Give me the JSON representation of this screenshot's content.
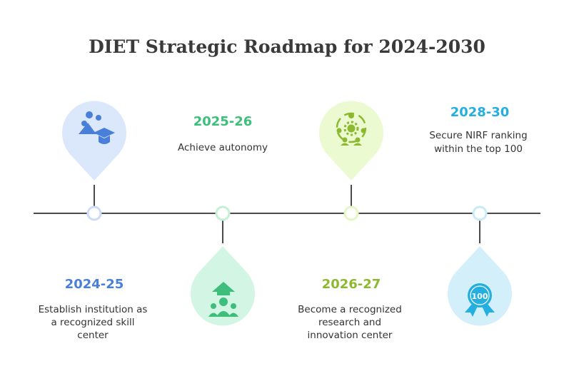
{
  "title": "DIET Strategic Roadmap for 2024-2030",
  "milestones": [
    {
      "year": "2024-25",
      "description_lines": [
        "Establish institution as",
        "a recognized skill",
        "center"
      ],
      "color": "#4a7fd9",
      "pin_fill": "#dbe7fb",
      "node_stroke": "#cddcf6",
      "icon": "team-graduation-icon"
    },
    {
      "year": "2025-26",
      "description_lines": [
        "Achieve autonomy"
      ],
      "color": "#3dbf7b",
      "pin_fill": "#d3f5e3",
      "node_stroke": "#c4f0d6",
      "icon": "autonomy-leader-icon"
    },
    {
      "year": "2026-27",
      "description_lines": [
        "Become a recognized",
        "research and",
        "innovation center"
      ],
      "color": "#8cb92f",
      "pin_fill": "#ebfad0",
      "node_stroke": "#e3f7c2",
      "icon": "research-innovation-icon"
    },
    {
      "year": "2028-30",
      "description_lines": [
        "Secure NIRF ranking",
        "within the top 100"
      ],
      "color": "#25aee0",
      "pin_fill": "#d3eff9",
      "node_stroke": "#c8eaf7",
      "icon": "ranking-badge-icon",
      "badge_text": "100"
    }
  ]
}
